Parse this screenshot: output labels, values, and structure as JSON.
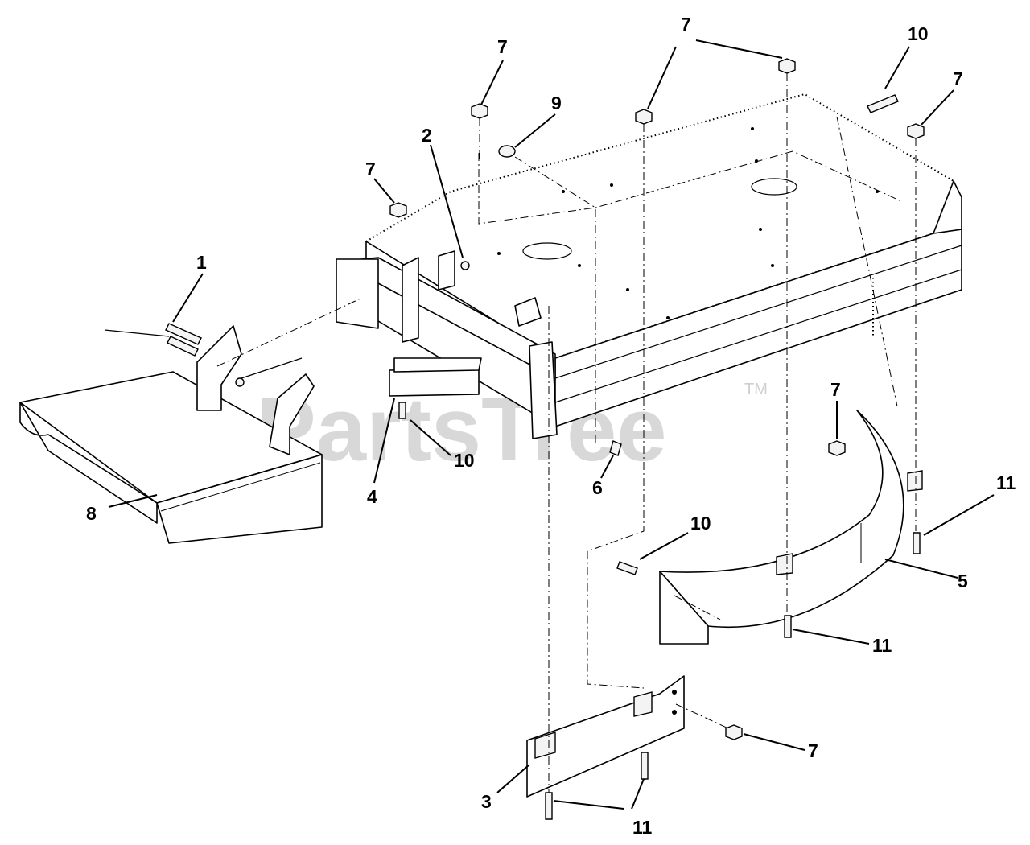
{
  "watermark": {
    "text": "PartsTree",
    "trademark": "TM"
  },
  "callouts": {
    "c1": "1",
    "c2": "2",
    "c3": "3",
    "c4": "4",
    "c5": "5",
    "c6": "6",
    "c7a": "7",
    "c7b": "7",
    "c7c": "7",
    "c7d": "7",
    "c7e": "7",
    "c7f": "7",
    "c8": "8",
    "c9": "9",
    "c10a": "10",
    "c10b": "10",
    "c10c": "10",
    "c11a": "11",
    "c11b": "11",
    "c11c": "11"
  }
}
